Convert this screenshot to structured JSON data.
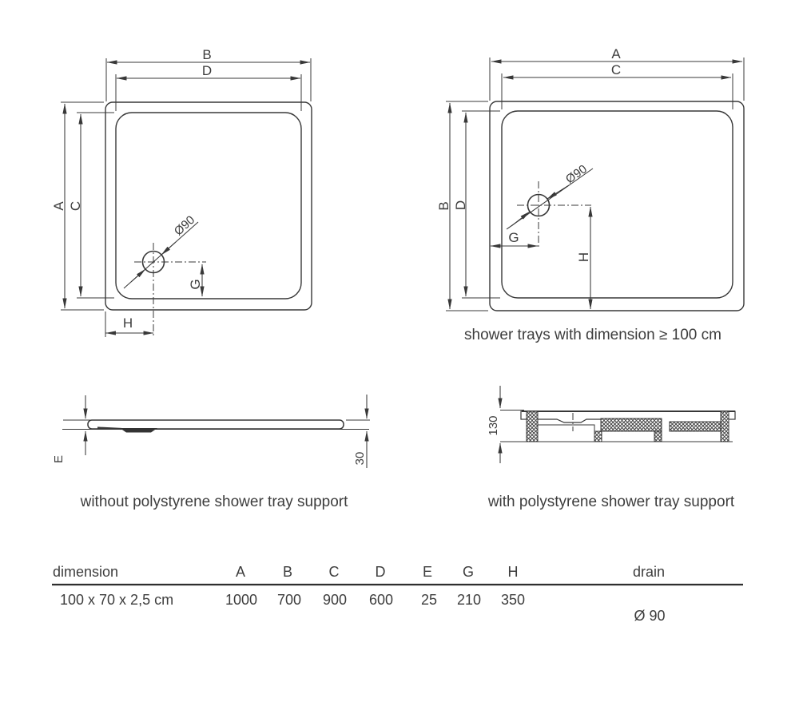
{
  "drawings": {
    "plan_small": {
      "labels": {
        "top_outer": "B",
        "top_inner": "D",
        "side_outer": "A",
        "side_inner": "C",
        "drain": "Ø90",
        "g": "G",
        "h": "H"
      }
    },
    "plan_large": {
      "labels": {
        "top_outer": "A",
        "top_inner": "C",
        "side_outer": "B",
        "side_inner": "D",
        "drain": "Ø90",
        "g": "G",
        "h": "H"
      },
      "caption": "shower trays with dimension ≥ 100 cm"
    },
    "side_without": {
      "labels": {
        "thickness": "E",
        "height": "30"
      },
      "caption": "without polystyrene shower tray support"
    },
    "side_with": {
      "labels": {
        "height": "130"
      },
      "caption": "with polystyrene shower tray support"
    }
  },
  "table": {
    "headers": [
      "dimension",
      "A",
      "B",
      "C",
      "D",
      "E",
      "G",
      "H",
      "drain"
    ],
    "rows": [
      [
        "100 x 70 x 2,5 cm",
        "1000",
        "700",
        "900",
        "600",
        "25",
        "210",
        "350",
        "Ø 90"
      ]
    ]
  },
  "colors": {
    "line": "#383838",
    "text": "#3d3d3d",
    "background": "#ffffff"
  }
}
